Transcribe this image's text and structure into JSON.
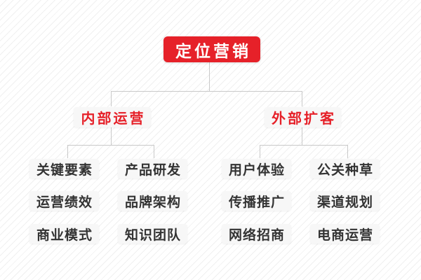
{
  "diagram": {
    "title": "定位营销",
    "root": {
      "label": "定位营销"
    },
    "branches": [
      {
        "label": "内部运营",
        "children": [
          {
            "label": "关键要素"
          },
          {
            "label": "产品研发"
          },
          {
            "label": "运营绩效"
          },
          {
            "label": "品牌架构"
          },
          {
            "label": "商业模式"
          },
          {
            "label": "知识团队"
          }
        ]
      },
      {
        "label": "外部扩客",
        "children": [
          {
            "label": "用户体验"
          },
          {
            "label": "公关种草"
          },
          {
            "label": "传播推广"
          },
          {
            "label": "渠道规划"
          },
          {
            "label": "网络招商"
          },
          {
            "label": "电商运营"
          }
        ]
      }
    ],
    "colors": {
      "root_background": "#e62129",
      "root_text": "#ffffff",
      "branch_text": "#e62129",
      "leaf_text": "#333333",
      "node_background": "#f7f7f7",
      "connector": "#c9c9c9",
      "background_stripe": "#f0f0f0",
      "background_base": "#ffffff"
    }
  }
}
